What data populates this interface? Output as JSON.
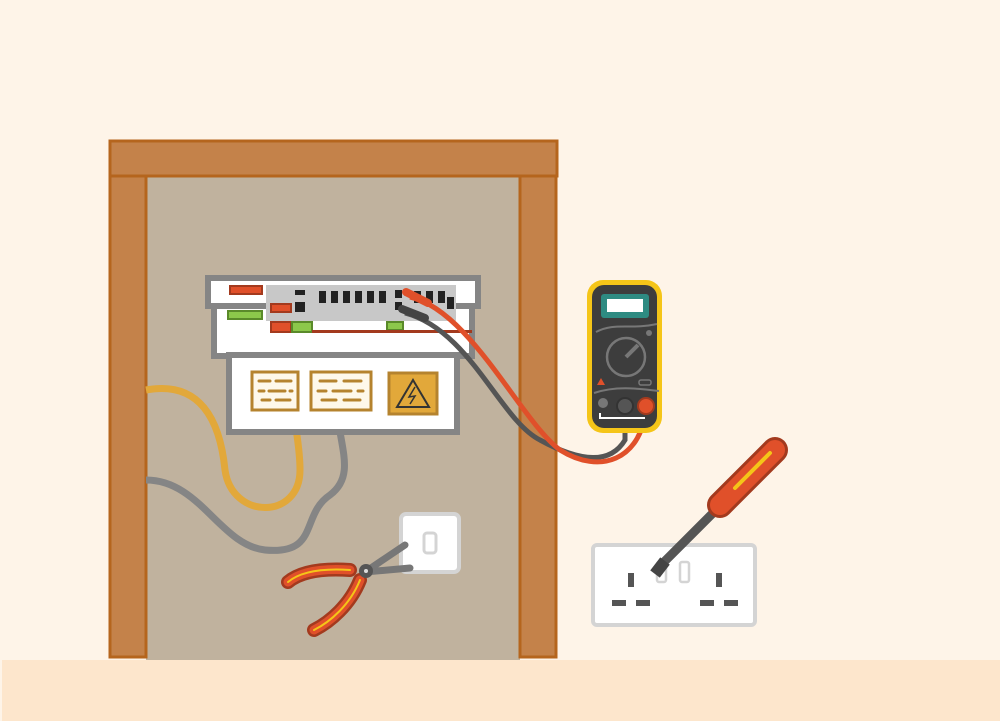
{
  "scene": {
    "description_items": [
      "wooden-cabinet",
      "fuse-box",
      "multimeter",
      "screwdriver",
      "pliers",
      "wall-socket",
      "light-switch"
    ],
    "colors": {
      "background": "#fef4e8",
      "floor": "#fde6cc",
      "wood": "#c4824a",
      "wood_edge": "#b5651d",
      "wall_inside": "#c0b29e",
      "panel_gray": "#858585",
      "accent_red": "#e0502a",
      "accent_green": "#8cc84b",
      "multimeter_yellow": "#f5c518",
      "multimeter_body": "#3d3d3d",
      "screen_teal": "#2e8b82",
      "warning_amber": "#e2a83a"
    }
  }
}
